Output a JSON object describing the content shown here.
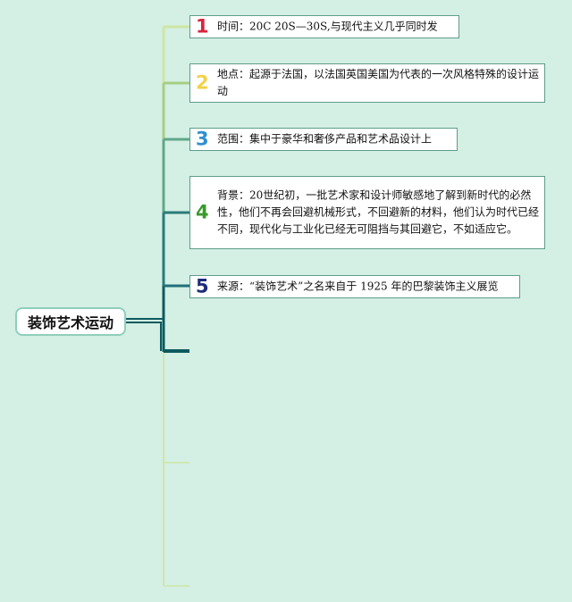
{
  "root": {
    "label": "装饰艺术运动"
  },
  "items": [
    {
      "number": "1",
      "color": "#d7263d",
      "text": "时间：20C 20S—30S,与现代主义几乎同时发"
    },
    {
      "number": "2",
      "color": "#f2d14a",
      "text": "地点：起源于法国，以法国英国美国为代表的一次风格特殊的设计运动"
    },
    {
      "number": "3",
      "color": "#2f8fd0",
      "text": "范围：集中于豪华和奢侈产品和艺术品设计上"
    },
    {
      "number": "4",
      "color": "#3a9a2b",
      "text": "背景：20世纪初，一批艺术家和设计师敏感地了解到新时代的必然性，他们不再会回避机械形式，不回避新的材料，他们认为时代已经不同，现代化与工业化已经无可阻挡与其回避它，不如适应它。"
    },
    {
      "number": "5",
      "color": "#1d2d7a",
      "text": "来源：“装饰艺术”之名来自于 1925 年的巴黎装饰主义展览"
    }
  ]
}
